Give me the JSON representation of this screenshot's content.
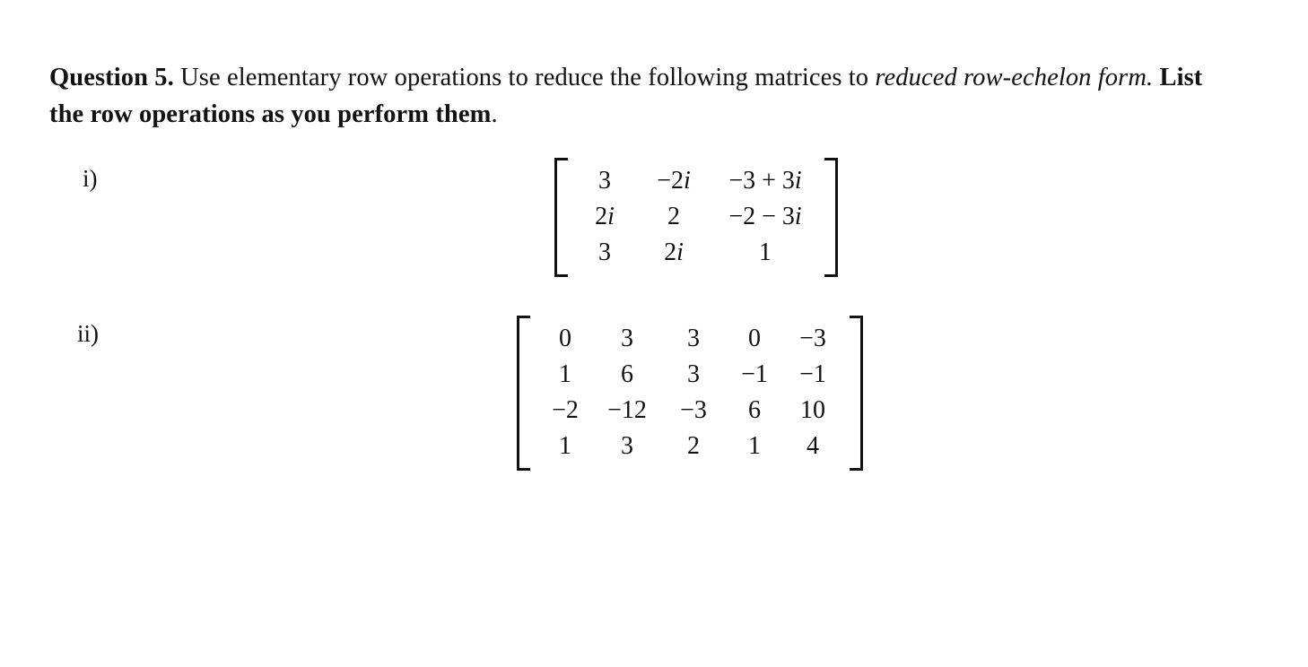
{
  "document": {
    "background_color": "#ffffff",
    "text_color": "#111111"
  },
  "question": {
    "label": "Question 5.",
    "text_part_1": " Use elementary row operations to reduce the following matrices to ",
    "emphasis_1": "reduced row-echelon form.",
    "space_1": " ",
    "bold_instruction": "List the row operations as you perform them",
    "period": "."
  },
  "items": [
    {
      "label": "i)"
    },
    {
      "label": "ii)"
    }
  ],
  "matrices": [
    {
      "name": "matrix-i",
      "rows": 3,
      "cols": 3,
      "cells": [
        [
          "3",
          "−2i",
          "−3 + 3i"
        ],
        [
          "2i",
          "2",
          "−2 − 3i"
        ],
        [
          "3",
          "2i",
          "1"
        ]
      ]
    },
    {
      "name": "matrix-ii",
      "rows": 4,
      "cols": 5,
      "cells": [
        [
          "0",
          "3",
          "3",
          "0",
          "−3"
        ],
        [
          "1",
          "6",
          "3",
          "−1",
          "−1"
        ],
        [
          "−2",
          "−12",
          "−3",
          "6",
          "10"
        ],
        [
          "1",
          "3",
          "2",
          "1",
          "4"
        ]
      ]
    }
  ]
}
